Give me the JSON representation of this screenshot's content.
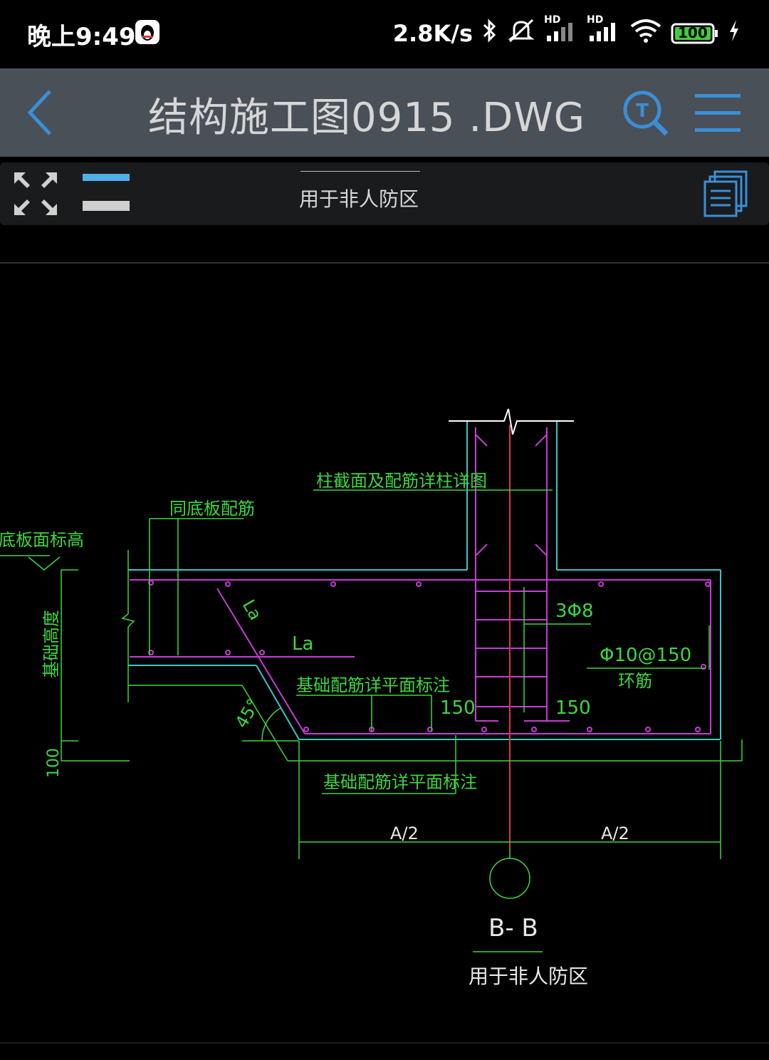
{
  "status_bar": {
    "time": "晚上9:49",
    "network_speed": "2.8K/s",
    "battery": "100",
    "hd1": "HD",
    "hd2": "HD"
  },
  "header": {
    "title": "结构施工图0915 .DWG"
  },
  "toolbar": {
    "layout_name": "用于非人防区"
  },
  "drawing": {
    "labels": {
      "column_note": "柱截面及配筋详柱详图",
      "same_slab": "同底板配筋",
      "slab_elevation": "底板面标高",
      "foundation_height": "基础高度",
      "la1": "La",
      "la2": "La",
      "foundation_note1": "基础配筋详平面标注",
      "foundation_note2": "基础配筋详平面标注",
      "dim_150_left": "150",
      "dim_150_right": "150",
      "rebar_3phi8": "3Φ8",
      "rebar_phi10": "Φ10@150",
      "ring_bar": "环筋",
      "angle_45": "45°",
      "dim_100": "100",
      "half_a_left": "A/2",
      "half_a_right": "A/2",
      "section_title": "B- B",
      "section_subtitle": "用于非人防区"
    }
  }
}
